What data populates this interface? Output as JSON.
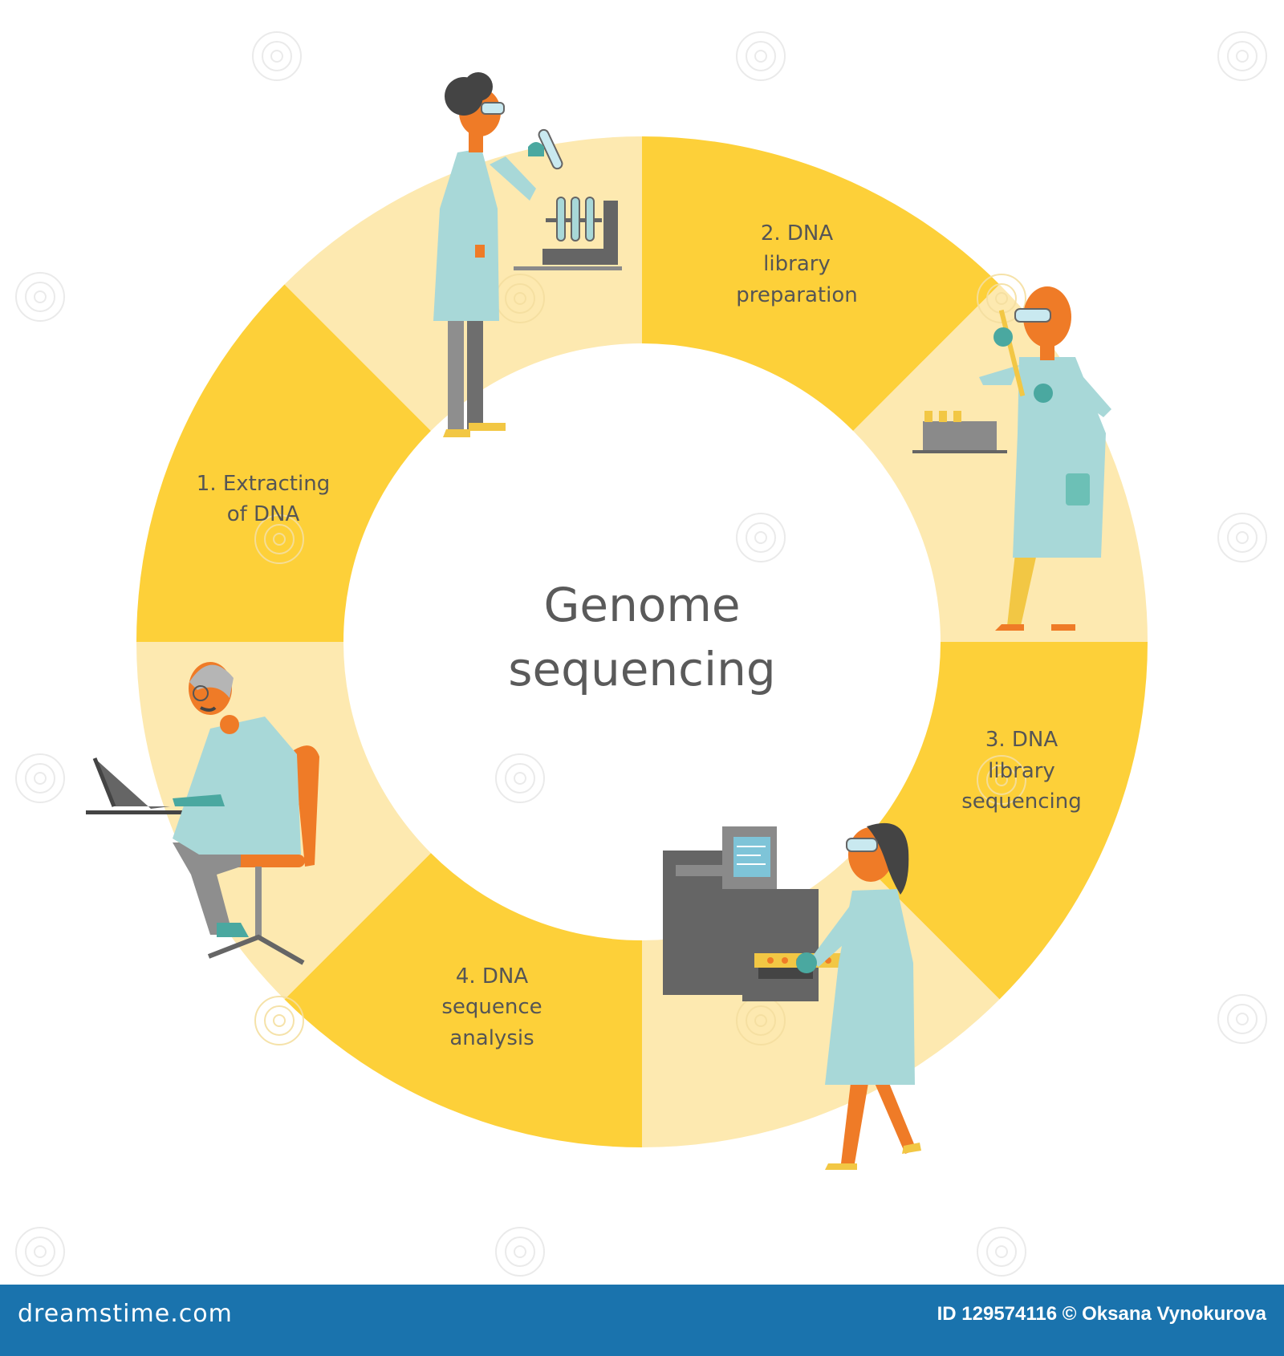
{
  "diagram": {
    "center_title_line1": "Genome",
    "center_title_line2": "sequencing",
    "steps": [
      {
        "lines": [
          "1.  Extracting",
          "of DNA"
        ]
      },
      {
        "lines": [
          "2.  DNA",
          "library",
          "preparation"
        ]
      },
      {
        "lines": [
          "3.  DNA",
          "library",
          "sequencing"
        ]
      },
      {
        "lines": [
          "4.  DNA",
          "sequence",
          "analysis"
        ]
      }
    ]
  },
  "footer": {
    "site": "dreamstime.com",
    "credit": "ID 129574116 © Oksana Vynokurova"
  },
  "colors": {
    "dark_yellow": "#fdd039",
    "light_yellow": "#fde9b0",
    "text_gray": "#555555",
    "footer_blue": "#1a73ad",
    "coat": "#a8d8d8",
    "orange": "#ef7b27",
    "machine_gray": "#656565"
  },
  "icons": [
    "scientist-test-tube-icon",
    "scientist-pipette-icon",
    "scientist-computer-icon",
    "scientist-sequencer-icon",
    "watermark-swirl-icon"
  ]
}
